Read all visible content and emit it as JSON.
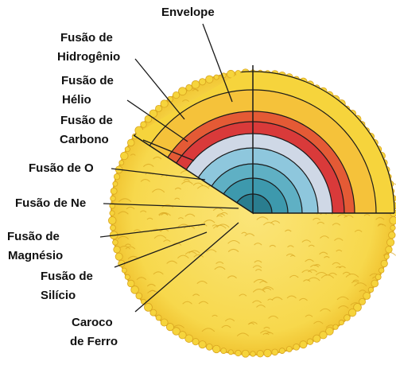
{
  "labels": {
    "envelope": "Envelope",
    "hydrogen": [
      "Fusão de",
      "Hidrogênio"
    ],
    "helium": [
      "Fusão de",
      "Hélio"
    ],
    "carbon": [
      "Fusão de",
      "Carbono"
    ],
    "oxygen": "Fusão de O",
    "neon": "Fusão de Ne",
    "magnesium": [
      "Fusão de",
      "Magnésio"
    ],
    "silicon": [
      "Fusão de",
      "Silício"
    ],
    "iron": [
      "Caroco",
      "de Ferro"
    ]
  },
  "colors": {
    "envelope": "#f6d43c",
    "hydrogen": "#f5c23a",
    "helium": "#e45a35",
    "carbon": "#d93a3a",
    "oxygen": "#cfd8e6",
    "neon": "#8ec7dd",
    "magnesium": "#5fb0c4",
    "silicon": "#3d99ad",
    "iron": "#2a7d8f",
    "outline": "#1a1a1a"
  }
}
